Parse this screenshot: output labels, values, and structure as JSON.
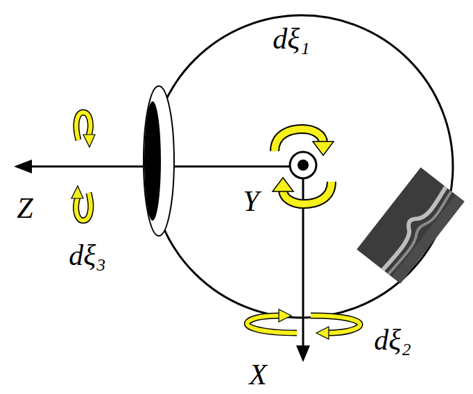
{
  "diagram": {
    "labels": [
      "dξ₁",
      "Z",
      "Y",
      "dξ₃",
      "dξ₂",
      "X"
    ]
  }
}
